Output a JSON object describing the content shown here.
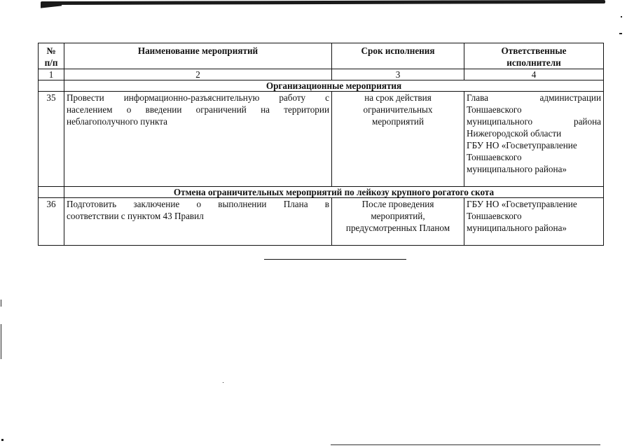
{
  "table": {
    "headers": {
      "num": "№ п/п",
      "name": "Наименование мероприятий",
      "term": "Срок исполнения",
      "responsible": "Ответственные исполнители"
    },
    "column_numbers": [
      "1",
      "2",
      "3",
      "4"
    ],
    "sections": [
      {
        "title": "Организационные мероприятия",
        "rows": [
          {
            "num": "35",
            "name_lines": [
              "Провести информационно-разъяснительную работу с",
              "населением о введении ограничений на территории",
              "неблагополучного пункта"
            ],
            "term_lines": [
              "на срок действия",
              "ограничительных",
              "мероприятий"
            ],
            "responsible_lines": [
              "Глава администрации",
              "Тоншаевского",
              "муниципального района",
              "Нижегородской области",
              "ГБУ НО «Госветуправление",
              "Тоншаевского",
              "муниципального района»"
            ]
          }
        ]
      },
      {
        "title": "Отмена ограничительных мероприятий по лейкозу крупного рогатого скота",
        "rows": [
          {
            "num": "36",
            "name_lines": [
              "Подготовить заключение о выполнении Плана в",
              "соответствии с пунктом 43 Правил"
            ],
            "term_lines": [
              "После проведения",
              "мероприятий,",
              "предусмотренных Планом"
            ],
            "responsible_lines": [
              "ГБУ НО «Госветуправление",
              "Тоншаевского",
              "муниципального района»"
            ]
          }
        ]
      }
    ]
  }
}
